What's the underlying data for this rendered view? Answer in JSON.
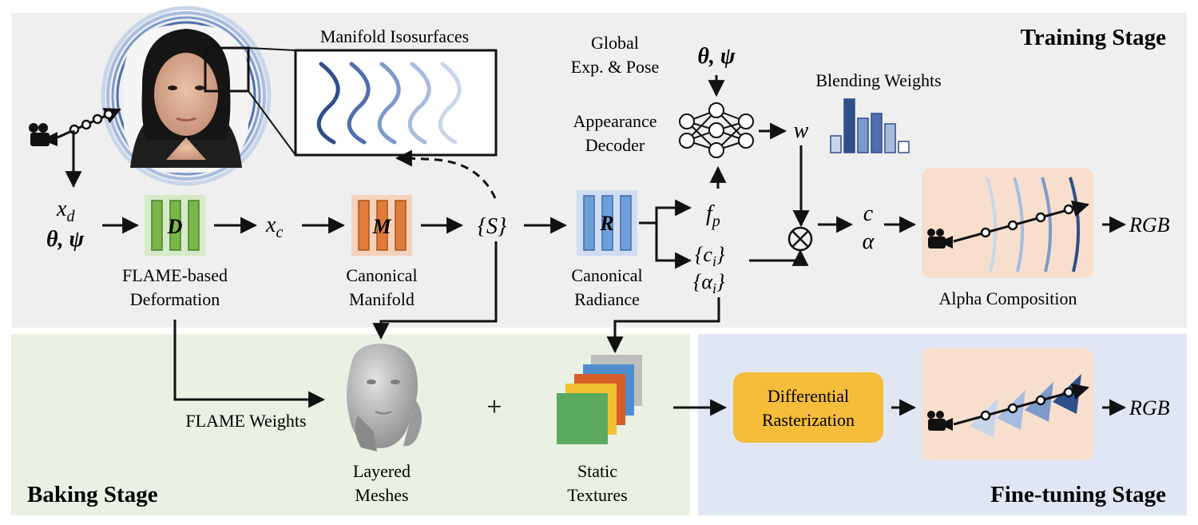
{
  "stages": {
    "training": "Training Stage",
    "baking": "Baking Stage",
    "finetuning": "Fine-tuning Stage"
  },
  "labels": {
    "manifold_isosurfaces": "Manifold Isosurfaces",
    "global_line1": "Global",
    "global_line2": "Exp. & Pose",
    "theta_psi": "θ, ψ",
    "appearance_line1": "Appearance",
    "appearance_line2": "Decoder",
    "w": "w",
    "blending_weights": "Blending Weights",
    "x_d": "x",
    "x_d_sub": "d",
    "x_c": "x",
    "x_c_sub": "c",
    "S_set": "{S}",
    "f_p": "f",
    "f_p_sub": "p",
    "c_i": "{c",
    "c_i_sub": "i",
    "c_i_close": "}",
    "alpha_i": "{α",
    "alpha_i_sub": "i",
    "alpha_i_close": "}",
    "otimes": "⊗",
    "c": "c",
    "alpha": "α",
    "rgb": "RGB",
    "rgb2": "RGB",
    "D": "D",
    "M": "M",
    "R": "R",
    "flame_line1": "FLAME-based",
    "flame_line2": "Deformation",
    "canon_manifold_line1": "Canonical",
    "canon_manifold_line2": "Manifold",
    "canon_radiance_line1": "Canonical",
    "canon_radiance_line2": "Radiance",
    "alpha_composition": "Alpha Composition",
    "flame_weights": "FLAME Weights",
    "plus": "+",
    "layered_line1": "Layered",
    "layered_line2": "Meshes",
    "static_line1": "Static",
    "static_line2": "Textures",
    "diff_line1": "Differential",
    "diff_line2": "Rasterization"
  },
  "icons": [
    "camera-icon",
    "portrait-image",
    "head-mesh-image",
    "neural-network-icon"
  ],
  "colors": {
    "training_bg": "#efefef",
    "baking_bg": "#e8f1e3",
    "finetuning_bg": "#e0e6f3",
    "deform_green": "#7ab648",
    "manifold_orange": "#e07b3a",
    "radiance_blue": "#6f9fd8",
    "composition_bg": "#f8dfcd",
    "diff_raster": "#f4bd3a"
  }
}
